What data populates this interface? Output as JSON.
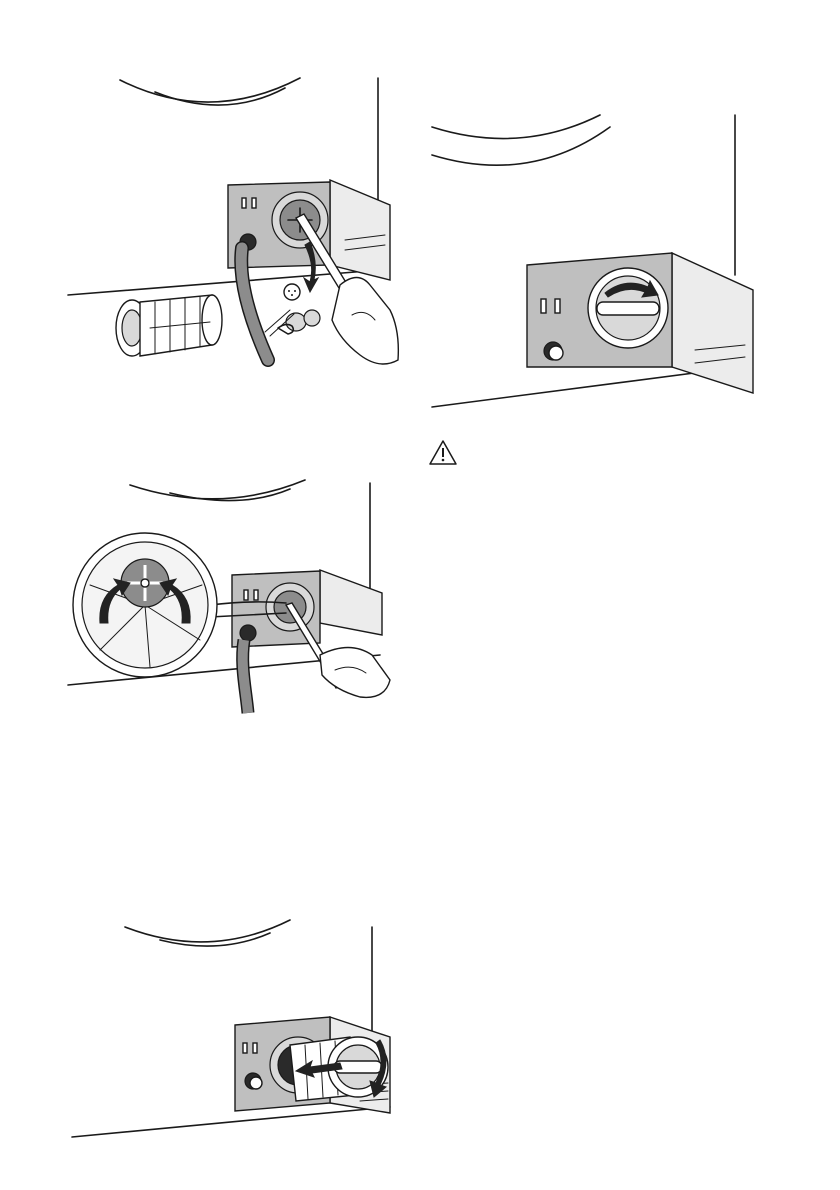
{
  "page": {
    "figures": [
      {
        "id": "fig-1",
        "subject": "remove-foreign-objects-from-pump"
      },
      {
        "id": "fig-2",
        "subject": "pump-cover-rotated"
      },
      {
        "id": "fig-3",
        "subject": "check-impeller-rotates"
      },
      {
        "id": "fig-4",
        "subject": "insert-filter-into-pump"
      }
    ],
    "warning_icon": "warning-triangle-icon"
  },
  "colors": {
    "panel": "#bfbfbf",
    "flap": "#ececec",
    "line": "#1a1a1a"
  }
}
